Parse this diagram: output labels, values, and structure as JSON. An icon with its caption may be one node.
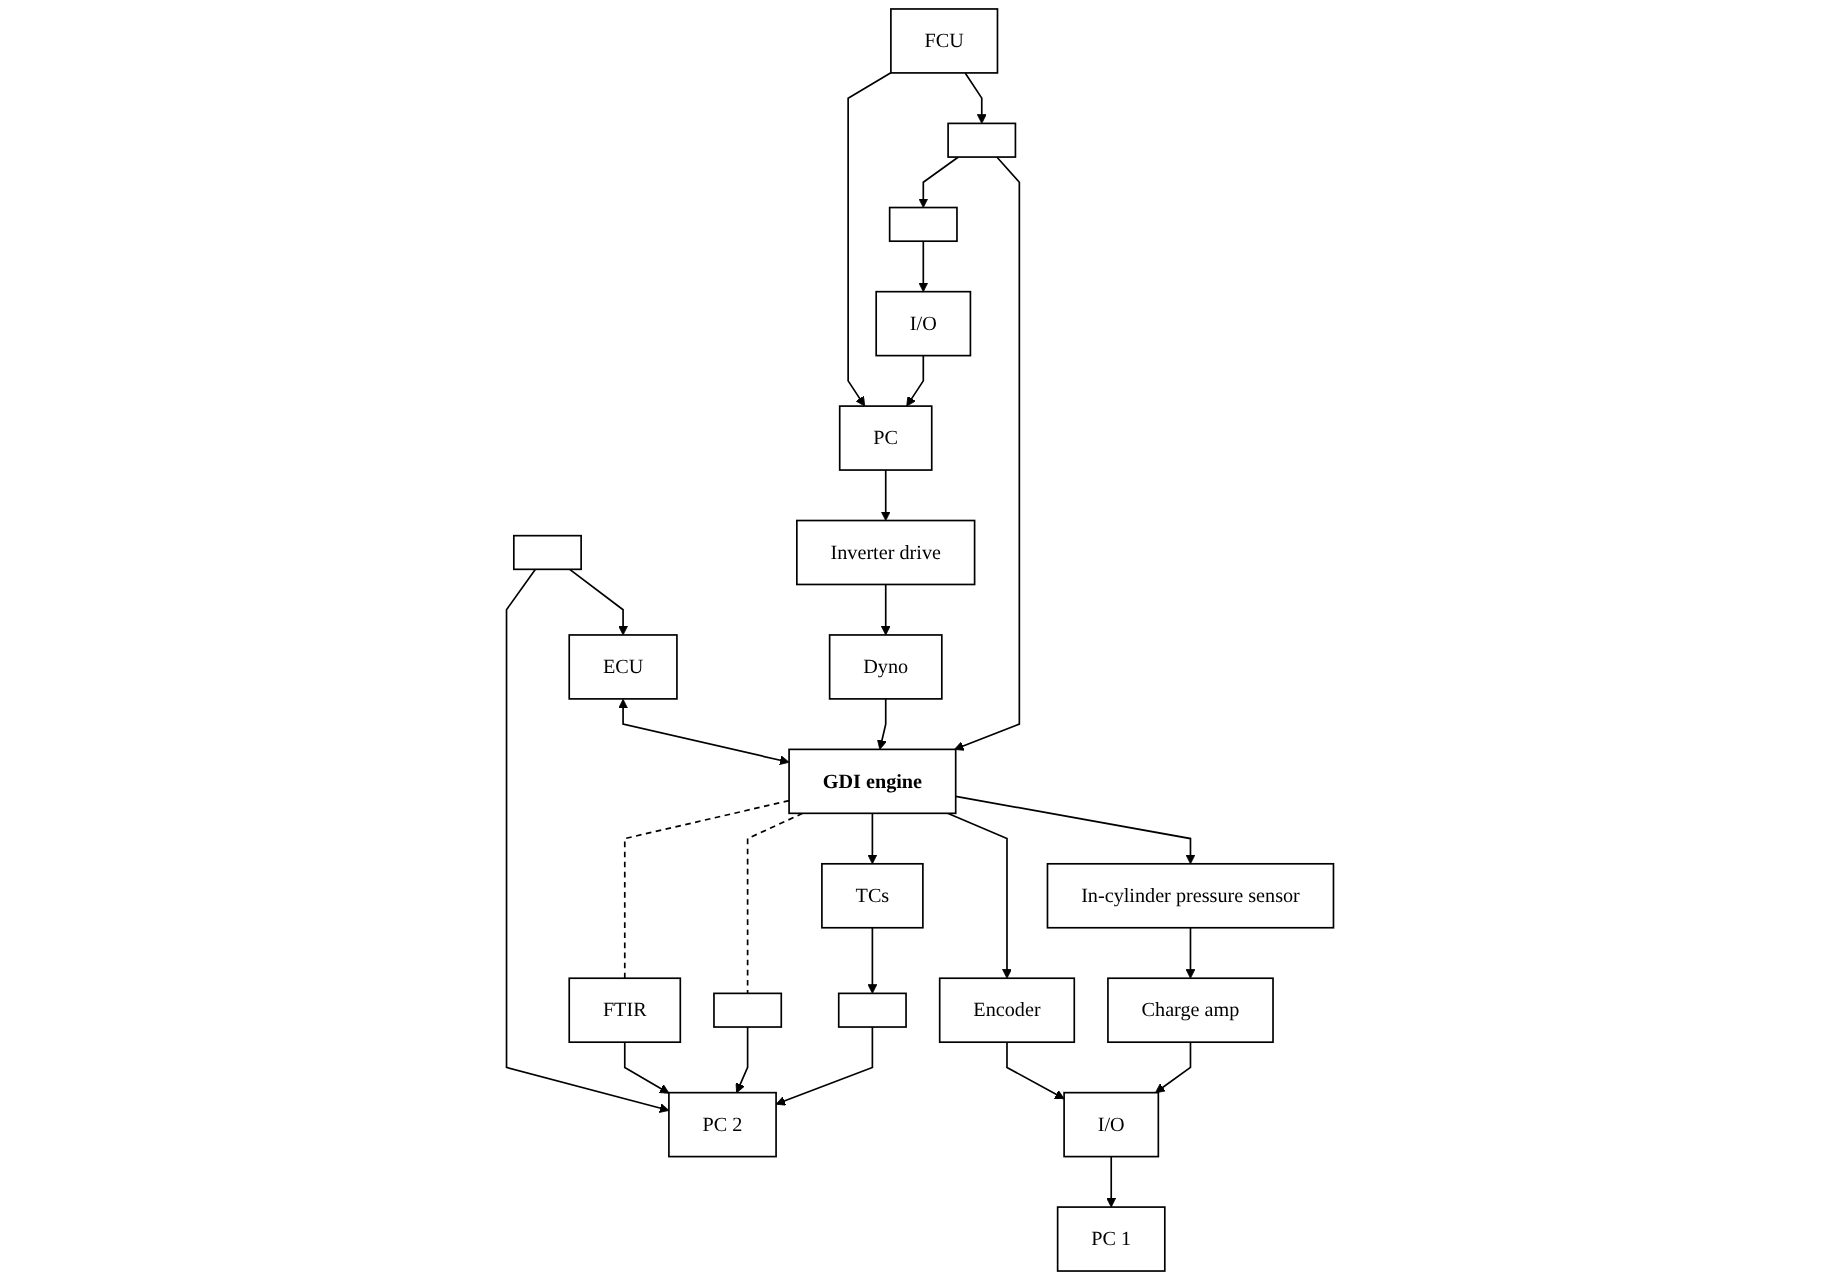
{
  "diagram": {
    "nodes": [
      {
        "text": [],
        "shape": "box"
      },
      {
        "text": [
          "ECU"
        ]
      },
      {
        "text": [
          "In-cylinder pressure sensor"
        ]
      },
      {
        "text": [
          "Charge amp"
        ]
      },
      {
        "text": [
          "I/O"
        ]
      },
      {
        "text": [
          "Encoder"
        ]
      },
      {
        "text": [
          "GDI engine"
        ]
      },
      {
        "text": [
          "Dyno"
        ]
      },
      {
        "text": [
          "Inverter drive"
        ]
      },
      {
        "text": [
          "PC"
        ]
      },
      {
        "text": [
          "TCs"
        ]
      },
      {
        "text": [],
        "shape": "box"
      },
      {
        "text": [],
        "shape": "box"
      },
      {
        "text": [
          "I/O"
        ]
      },
      {
        "text": [
          "PC 1"
        ]
      },
      {
        "text": [],
        "shape": "box"
      },
      {
        "text": [
          "FCU"
        ]
      },
      {
        "text": [],
        "shape": "box"
      },
      {
        "text": [
          "FTIR"
        ]
      },
      {
        "text": [
          "PC 2"
        ]
      }
    ],
    "edges": [
      {
        "from": 0,
        "to": 1,
        "arrow": "to"
      },
      {
        "from": 0,
        "to": 19,
        "arrow": "to"
      },
      {
        "from": 1,
        "to": 6,
        "arrow": "both"
      },
      {
        "from": 2,
        "to": 3,
        "arrow": "to"
      },
      {
        "from": 3,
        "to": 4,
        "arrow": "to"
      },
      {
        "from": 4,
        "to": 14,
        "arrow": "to"
      },
      {
        "from": 5,
        "to": 4,
        "arrow": "to"
      },
      {
        "from": 6,
        "to": 2,
        "arrow": "to"
      },
      {
        "from": 6,
        "to": 5,
        "arrow": "to"
      },
      {
        "from": 7,
        "to": 6,
        "arrow": "to"
      },
      {
        "from": 8,
        "to": 7,
        "arrow": "to"
      },
      {
        "from": 9,
        "to": 8,
        "arrow": "to"
      },
      {
        "from": 6,
        "to": 10,
        "arrow": "to"
      },
      {
        "from": 10,
        "to": 15,
        "arrow": "to"
      },
      {
        "from": 11,
        "to": 6,
        "arrow": "to"
      },
      {
        "from": 16,
        "to": 11,
        "arrow": "to"
      },
      {
        "from": 11,
        "to": 12,
        "arrow": "to"
      },
      {
        "from": 12,
        "to": 13,
        "arrow": "to"
      },
      {
        "from": 13,
        "to": 9,
        "arrow": "to"
      },
      {
        "from": 6,
        "to": 17,
        "arrow": "none",
        "style": "dashed"
      },
      {
        "from": 6,
        "to": 18,
        "arrow": "none",
        "style": "dashed"
      },
      {
        "from": 15,
        "to": 19,
        "arrow": "to"
      },
      {
        "from": 17,
        "to": 19,
        "arrow": "to"
      },
      {
        "from": 18,
        "to": 19,
        "arrow": "to"
      },
      {
        "from": 16,
        "to": 9,
        "arrow": "to"
      }
    ]
  }
}
